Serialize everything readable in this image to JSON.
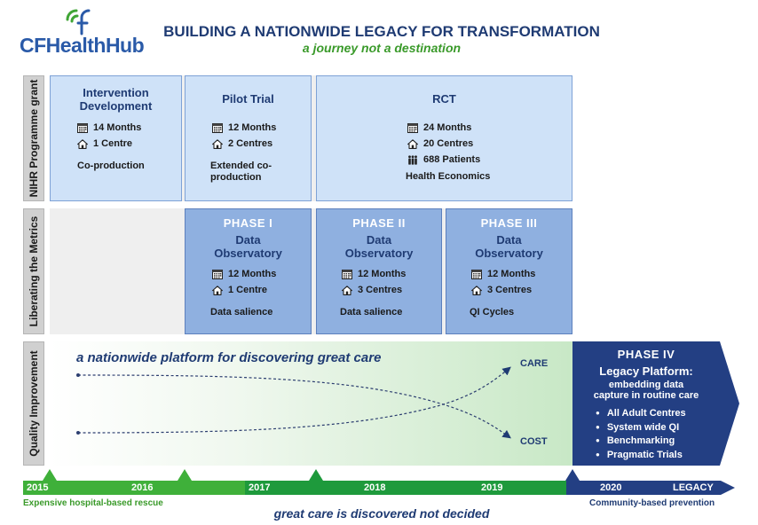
{
  "logo": {
    "text": "CFHealthHub",
    "colors": {
      "green": "#3fa535",
      "blue": "#2a5aa8"
    }
  },
  "title": "BUILDING A NATIONWIDE LEGACY FOR TRANSFORMATION",
  "subtitle": "a journey not a destination",
  "rows": {
    "nihr": "NIHR Programme grant",
    "metrics": "Liberating the Metrics",
    "qi": "Quality Improvement"
  },
  "nihr": {
    "intervention": {
      "title": "Intervention Development",
      "months": "14 Months",
      "centres": "1 Centre",
      "note": "Co-production"
    },
    "pilot": {
      "title": "Pilot Trial",
      "months": "12 Months",
      "centres": "2 Centres",
      "note": "Extended co-production"
    },
    "rct": {
      "title": "RCT",
      "months": "24 Months",
      "centres": "20 Centres",
      "patients": "688 Patients",
      "note": "Health Economics"
    }
  },
  "metrics": {
    "phase1": {
      "phase": "PHASE  I",
      "title": "Data Observatory",
      "months": "12 Months",
      "centres": "1 Centre",
      "note": "Data salience"
    },
    "phase2": {
      "phase": "PHASE  II",
      "title": "Data Observatory",
      "months": "12 Months",
      "centres": "3 Centres",
      "note": "Data salience"
    },
    "phase3": {
      "phase": "PHASE  III",
      "title": "Data Observatory",
      "months": "12 Months",
      "centres": "3 Centres",
      "note": "QI Cycles"
    }
  },
  "qi": {
    "heading": "a nationwide platform for discovering great care",
    "care": "CARE",
    "cost": "COST"
  },
  "legacy": {
    "phase": "PHASE  IV",
    "title": "Legacy Platform:",
    "subtitle": "embedding data capture in routine care",
    "items": [
      "All Adult Centres",
      "System wide QI",
      "Benchmarking",
      "Pragmatic Trials"
    ]
  },
  "timeline": {
    "years": [
      "2015",
      "2016",
      "2017",
      "2018",
      "2019",
      "2020"
    ],
    "end_label": "LEGACY",
    "colors": {
      "light_green": "#3fb03a",
      "dark_green": "#1e9a3c",
      "navy": "#233f83"
    }
  },
  "footer": {
    "left": "Expensive hospital-based rescue",
    "right": "Community-based prevention",
    "center": "great care is discovered not decided"
  },
  "icons": {
    "months": "calendar-icon",
    "centres": "house-icon",
    "patients": "people-icon"
  }
}
